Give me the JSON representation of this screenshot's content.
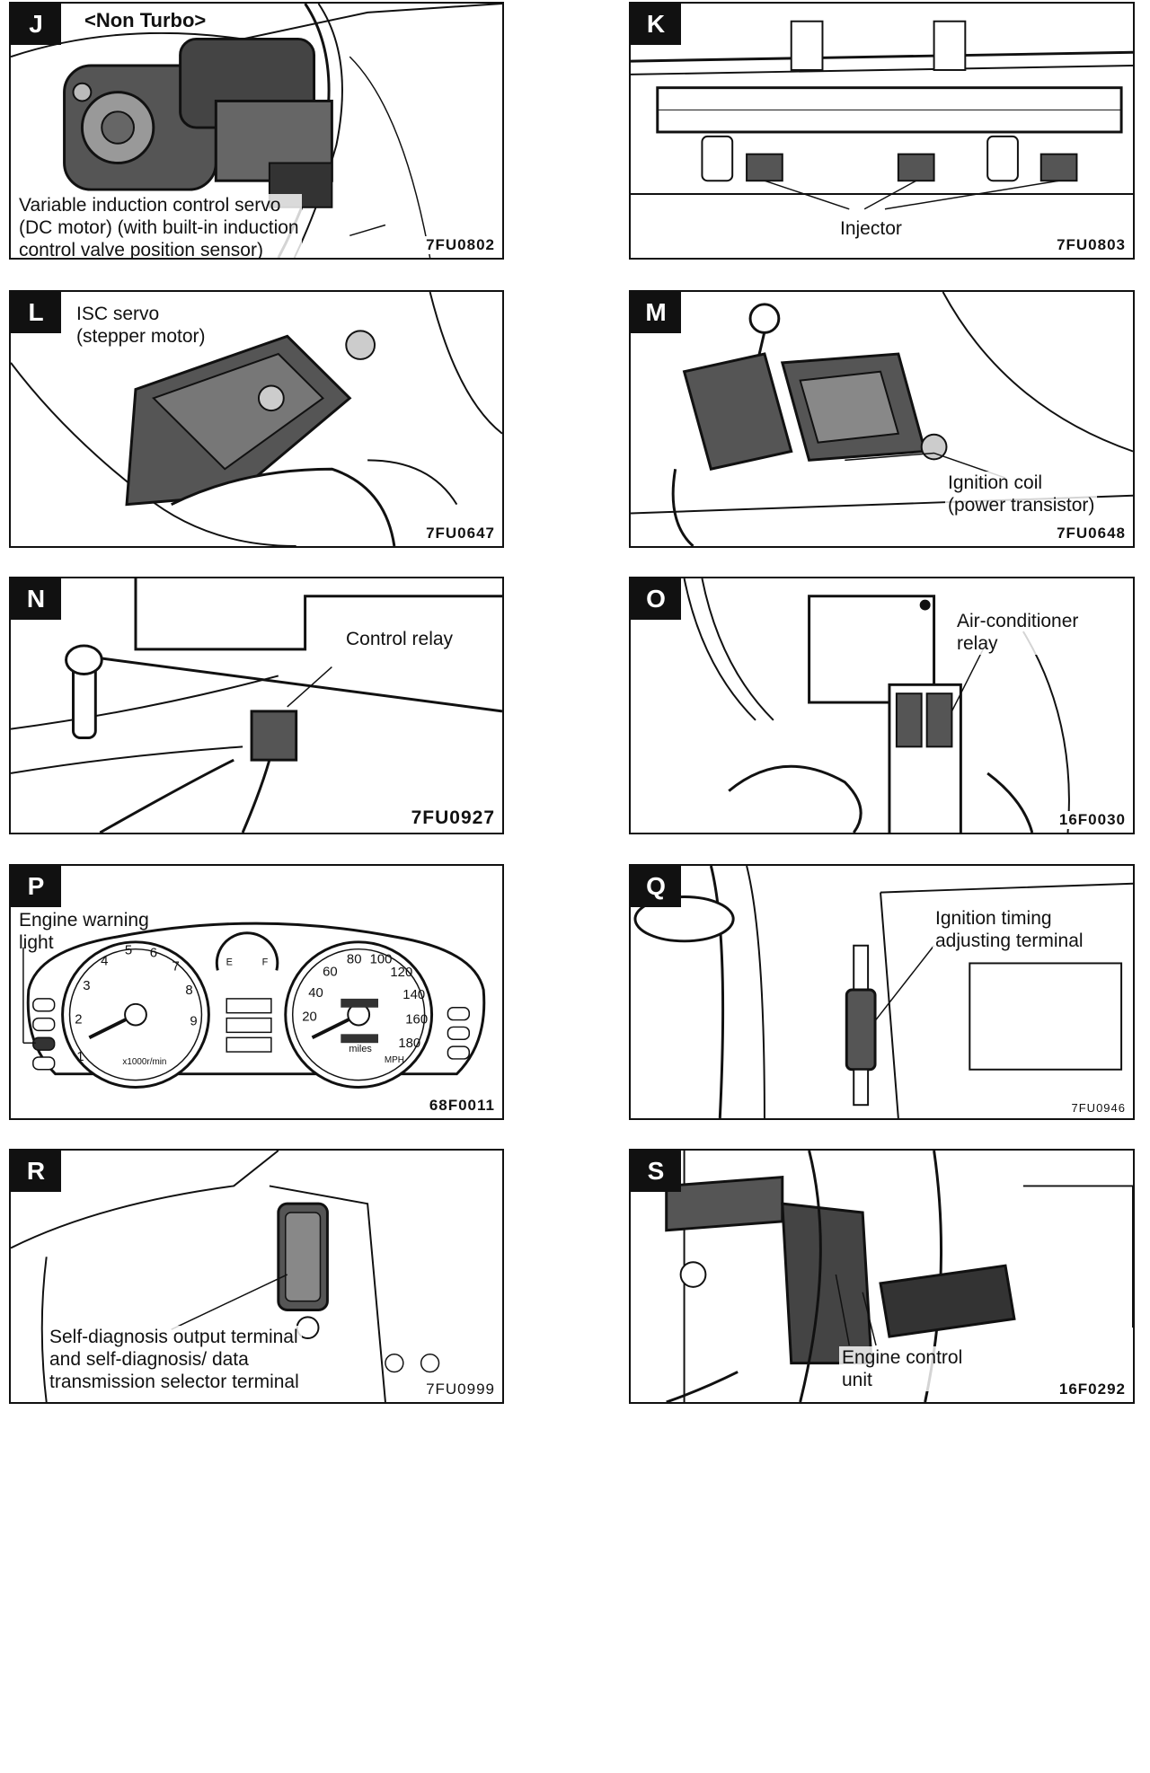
{
  "panels": [
    {
      "letter": "J",
      "variant": "<Non Turbo>",
      "caption": "Variable induction control servo\n(DC motor) (with built-in induction\ncontrol valve position sensor)",
      "code": "7FU0802"
    },
    {
      "letter": "K",
      "caption": "Injector",
      "code": "7FU0803"
    },
    {
      "letter": "L",
      "caption": "ISC servo\n(stepper motor)",
      "code": "7FU0647"
    },
    {
      "letter": "M",
      "caption": "Ignition coil\n(power transistor)",
      "code": "7FU0648"
    },
    {
      "letter": "N",
      "caption": "Control relay",
      "code": "7FU0927"
    },
    {
      "letter": "O",
      "caption": "Air-conditioner\nrelay",
      "code": "16F0030"
    },
    {
      "letter": "P",
      "caption": "Engine warning\nlight",
      "code": "68F0011",
      "gauges": {
        "tach_ticks": [
          "1",
          "2",
          "3",
          "4",
          "5",
          "6",
          "7",
          "8",
          "9"
        ],
        "tach_unit": "x1000r/min",
        "speed_ticks": [
          "20",
          "40",
          "60",
          "80",
          "100",
          "120",
          "140",
          "160",
          "180"
        ],
        "speed_unit_miles": "miles",
        "speed_unit_mph": "MPH",
        "fuel_e": "E",
        "fuel_f": "F"
      }
    },
    {
      "letter": "Q",
      "caption": "Ignition timing\nadjusting terminal",
      "code": "7FU0946"
    },
    {
      "letter": "R",
      "caption": "Self-diagnosis output terminal\nand self-diagnosis/ data\ntransmission selector terminal",
      "code": "7FU0999"
    },
    {
      "letter": "S",
      "caption": "Engine control\nunit",
      "code": "16F0292"
    }
  ],
  "colors": {
    "ink": "#111111",
    "paper": "#ffffff",
    "shade": "#4a4a4a"
  }
}
